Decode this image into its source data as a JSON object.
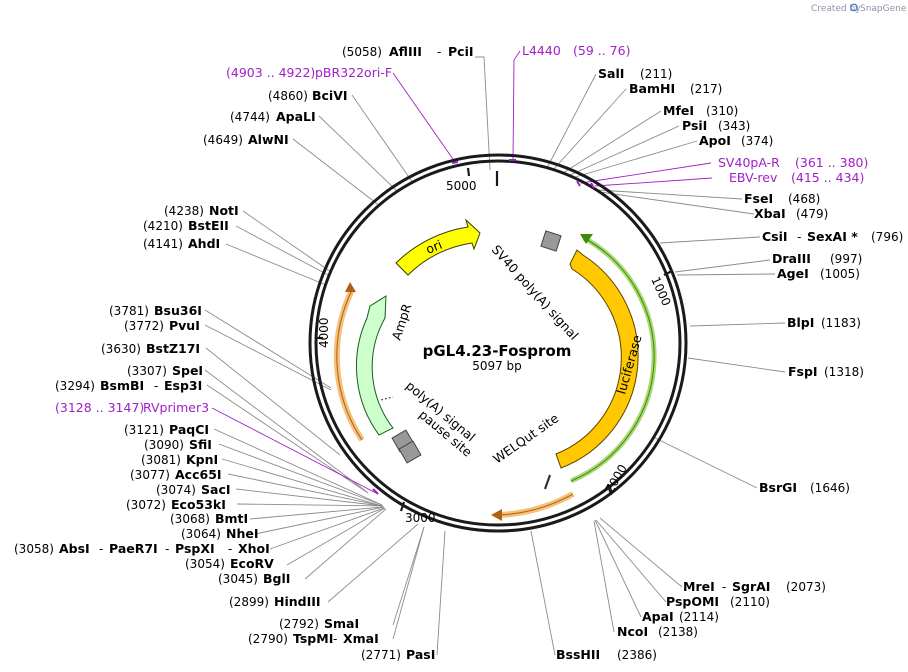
{
  "credit": {
    "prefix": "Created by",
    "brand": "SnapGene"
  },
  "plasmid": {
    "name": "pGL4.23-Fosprom",
    "size": "5097 bp"
  },
  "ticks": [
    "1000",
    "2000",
    "3000",
    "4000",
    "5000"
  ],
  "features": {
    "ori": "ori",
    "sv40": "SV40 poly(A) signal",
    "luciferase": "luciferase",
    "welqut": "WELQut site",
    "ampr": "AmpR",
    "polya": "poly(A) signal",
    "pause": "pause site"
  },
  "primers": [
    {
      "name": "L4440",
      "range": "(59 .. 76)"
    },
    {
      "name": "pBR322ori-F",
      "range": "(4903 .. 4922)"
    },
    {
      "name": "SV40pA-R",
      "range": "(361 .. 380)"
    },
    {
      "name": "EBV-rev",
      "range": "(415 .. 434)"
    },
    {
      "name": "RVprimer3",
      "range": "(3128 .. 3147)"
    }
  ],
  "enzymes": [
    {
      "name": "AflIII",
      "name2": "PciI",
      "pos": "(5058)"
    },
    {
      "name": "SalI",
      "pos": "(211)"
    },
    {
      "name": "BamHI",
      "pos": "(217)"
    },
    {
      "name": "BciVI",
      "pos": "(4860)"
    },
    {
      "name": "MfeI",
      "pos": "(310)"
    },
    {
      "name": "ApaLI",
      "pos": "(4744)"
    },
    {
      "name": "PsiI",
      "pos": "(343)"
    },
    {
      "name": "AlwNI",
      "pos": "(4649)"
    },
    {
      "name": "ApoI",
      "pos": "(374)"
    },
    {
      "name": "FseI",
      "pos": "(468)"
    },
    {
      "name": "XbaI",
      "pos": "(479)"
    },
    {
      "name": "NotI",
      "pos": "(4238)"
    },
    {
      "name": "BstEII",
      "pos": "(4210)"
    },
    {
      "name": "CsiI",
      "name2": "SexAI *",
      "pos": "(796)"
    },
    {
      "name": "AhdI",
      "pos": "(4141)"
    },
    {
      "name": "DraIII",
      "pos": "(997)"
    },
    {
      "name": "AgeI",
      "pos": "(1005)"
    },
    {
      "name": "Bsu36I",
      "pos": "(3781)"
    },
    {
      "name": "PvuI",
      "pos": "(3772)"
    },
    {
      "name": "BlpI",
      "pos": "(1183)"
    },
    {
      "name": "BstZ17I",
      "pos": "(3630)"
    },
    {
      "name": "SpeI",
      "pos": "(3307)"
    },
    {
      "name": "FspI",
      "pos": "(1318)"
    },
    {
      "name": "BsmBI",
      "name2": "Esp3I",
      "pos": "(3294)"
    },
    {
      "name": "PaqCI",
      "pos": "(3121)"
    },
    {
      "name": "SfiI",
      "pos": "(3090)"
    },
    {
      "name": "KpnI",
      "pos": "(3081)"
    },
    {
      "name": "BsrGI",
      "pos": "(1646)"
    },
    {
      "name": "Acc65I",
      "pos": "(3077)"
    },
    {
      "name": "SacI",
      "pos": "(3074)"
    },
    {
      "name": "Eco53kI",
      "pos": "(3072)"
    },
    {
      "name": "BmtI",
      "pos": "(3068)"
    },
    {
      "name": "NheI",
      "pos": "(3064)"
    },
    {
      "name": "AbsI",
      "name2": "PaeR7I",
      "name3": "PspXI",
      "name4": "XhoI",
      "pos": "(3058)"
    },
    {
      "name": "EcoRV",
      "pos": "(3054)"
    },
    {
      "name": "BglI",
      "pos": "(3045)"
    },
    {
      "name": "MreI",
      "name2": "SgrAI",
      "pos": "(2073)"
    },
    {
      "name": "PspOMI",
      "pos": "(2110)"
    },
    {
      "name": "HindIII",
      "pos": "(2899)"
    },
    {
      "name": "ApaI",
      "pos": "(2114)"
    },
    {
      "name": "SmaI",
      "pos": "(2792)"
    },
    {
      "name": "NcoI",
      "pos": "(2138)"
    },
    {
      "name": "TspMI",
      "name2": "XmaI",
      "pos": "(2790)"
    },
    {
      "name": "PasI",
      "pos": "(2771)"
    },
    {
      "name": "BssHII",
      "pos": "(2386)"
    }
  ]
}
